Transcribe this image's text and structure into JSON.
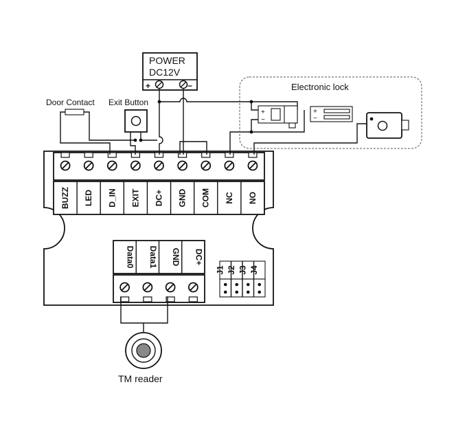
{
  "power": {
    "title": "POWER",
    "voltage": "DC12V",
    "plus": "+",
    "minus": "−"
  },
  "labels": {
    "door_contact": "Door Contact",
    "exit_button": "Exit Button",
    "electronic_lock": "Electronic lock",
    "tm_reader": "TM reader"
  },
  "lock_polarity": {
    "left_plus": "+",
    "left_minus": "−",
    "right_plus": "+",
    "right_minus": "−"
  },
  "terminals_main": [
    "BUZZ",
    "LED",
    "D_IN",
    "EXIT",
    "DC+",
    "GND",
    "COM",
    "NC",
    "NO"
  ],
  "terminals_reader": [
    "Data0",
    "Data1",
    "GND",
    "DC+"
  ],
  "jumpers": [
    "J1",
    "J2",
    "J3",
    "J4"
  ]
}
